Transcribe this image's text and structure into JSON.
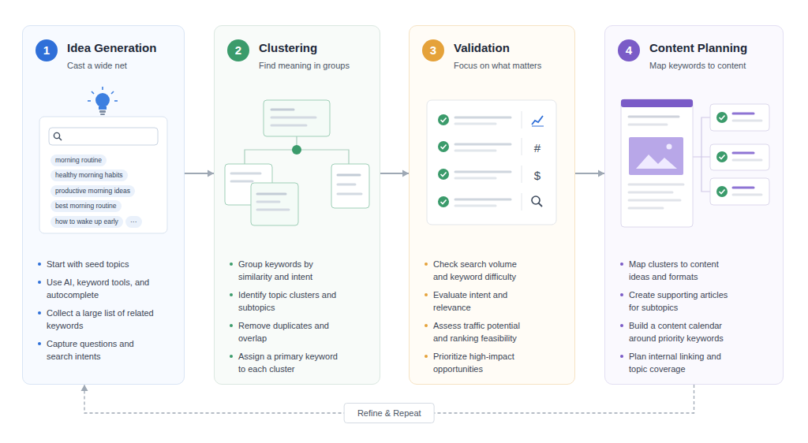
{
  "diagram": {
    "nodes": [
      {
        "text": [
          "Idea Generation",
          "Cast a wide net",
          "Start with seed topics",
          "Use AI, keyword tools, and autocomplete",
          "Collect a large list of related keywords",
          "Capture questions and search intents"
        ]
      },
      {
        "text": [
          "1"
        ],
        "in": 0
      },
      {
        "text": [
          "morning routine"
        ],
        "in": 0
      },
      {
        "text": [
          "healthy morning habits"
        ],
        "in": 0
      },
      {
        "text": [
          "productive morning ideas"
        ],
        "in": 0
      },
      {
        "text": [
          "best morning routine"
        ],
        "in": 0
      },
      {
        "text": [
          "how to wake up early"
        ],
        "in": 0
      },
      {
        "text": [
          "···"
        ],
        "in": 0
      },
      {
        "text": [
          "Clustering",
          "Find meaning in groups",
          "Group keywords by similarity and intent",
          "Identify topic clusters and subtopics",
          "Remove duplicates and overlap",
          "Assign a primary keyword to each cluster"
        ]
      },
      {
        "text": [
          "2"
        ],
        "in": 8
      },
      {
        "text": [
          "Validation",
          "Focus on what matters",
          "Check search volume and keyword difficulty",
          "Evaluate intent and relevance",
          "Assess traffic potential and ranking feasibility",
          "Prioritize high-impact opportunities"
        ]
      },
      {
        "text": [
          "3"
        ],
        "in": 10
      },
      {
        "text": [
          "Content Planning",
          "Map keywords to content",
          "Map clusters to content ideas and formats",
          "Create supporting articles for subtopics",
          "Build a content calendar around priority keywords",
          "Plan internal linking and topic coverage"
        ]
      },
      {
        "text": [
          "4"
        ],
        "in": 12
      }
    ],
    "edges": [
      {
        "from": 0,
        "to": 8,
        "arrow": "to"
      },
      {
        "from": 8,
        "to": 10,
        "arrow": "to"
      },
      {
        "from": 10,
        "to": 12,
        "arrow": "to"
      },
      {
        "from": 12,
        "to": 0,
        "label": "Refine & Repeat",
        "arrow": "to"
      }
    ],
    "labels": [
      "#",
      "$"
    ]
  }
}
